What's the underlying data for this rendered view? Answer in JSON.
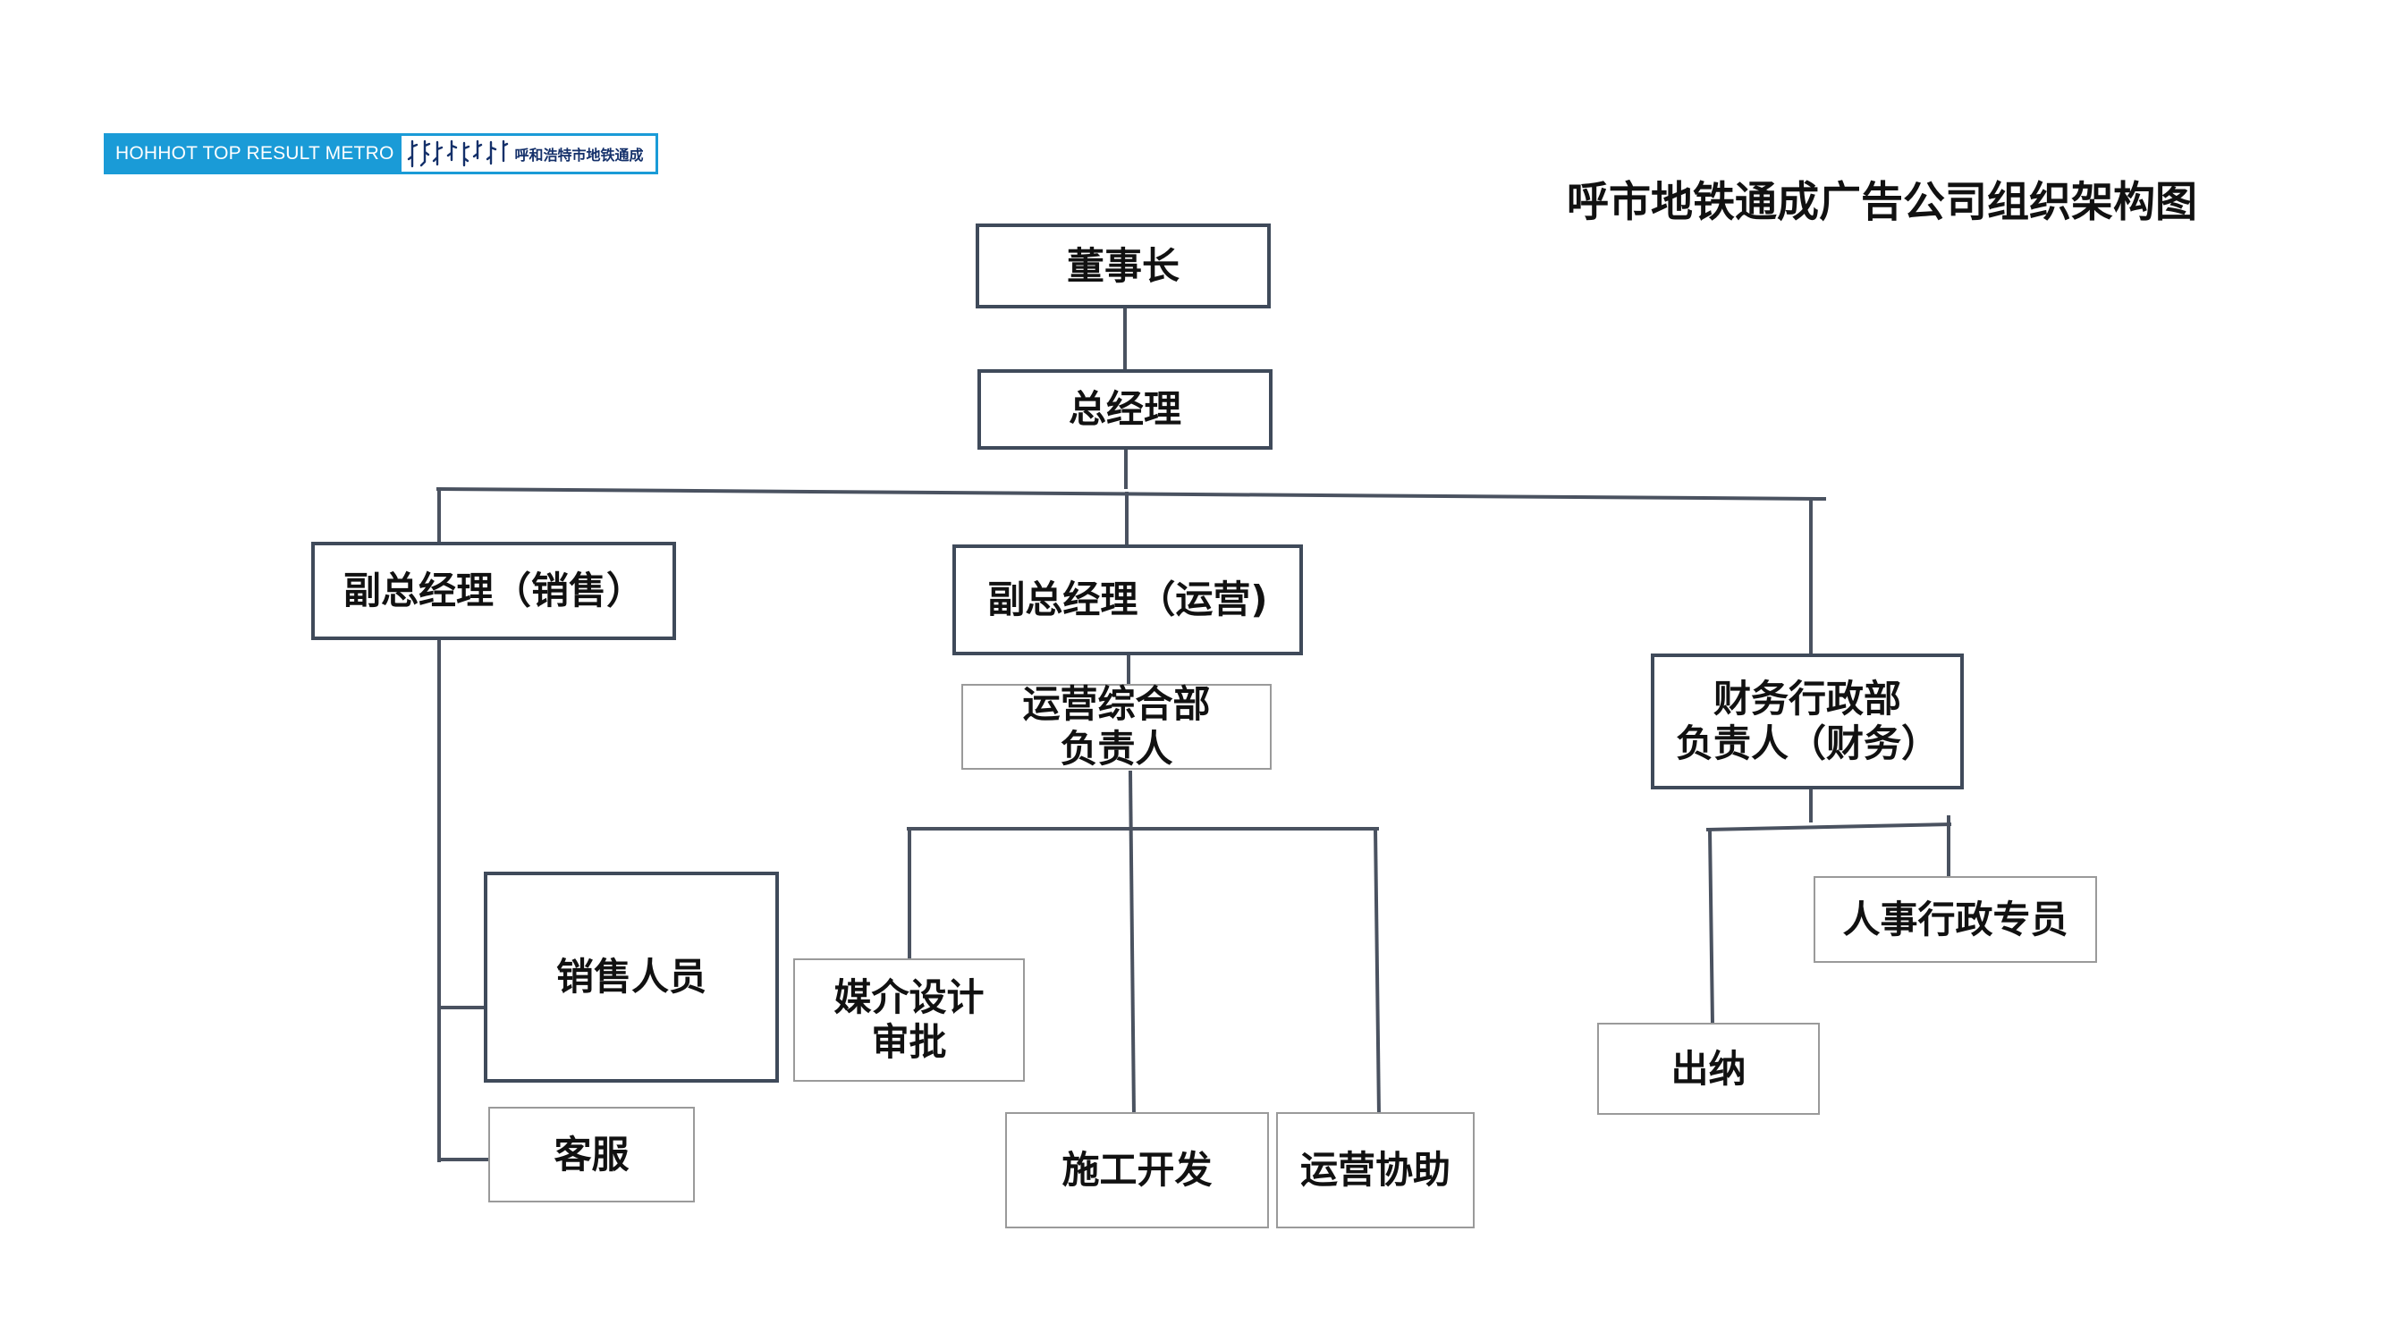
{
  "logo": {
    "en": "HOHHOT TOP RESULT METRO",
    "cn": "呼和浩特市地铁通成"
  },
  "title": "呼市地铁通成广告公司组织架构图",
  "nodes": {
    "chairman": "董事长",
    "gm": "总经理",
    "vp_sales": "副总经理（销售）",
    "vp_ops": "副总经理（运营)",
    "ops_dept_head": {
      "line1": "运营综合部",
      "line2": "负责人"
    },
    "finance_head": {
      "line1": "财务行政部",
      "line2": "负责人（财务）"
    },
    "sales_staff": "销售人员",
    "customer_service": "客服",
    "media_design": {
      "line1": "媒介设计",
      "line2": "审批"
    },
    "construction": "施工开发",
    "ops_assist": "运营协助",
    "hr_admin": "人事行政专员",
    "cashier": "出纳"
  },
  "colors": {
    "connector": "#4a5260",
    "dark_border": "#3f4a5a",
    "light_border": "#9a9a9a",
    "logo_blue": "#1a9bd7"
  }
}
